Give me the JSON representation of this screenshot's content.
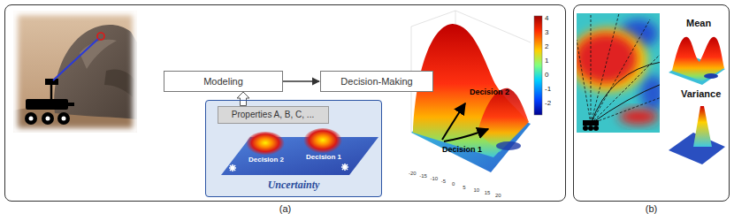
{
  "diagram": {
    "nodes": [
      {
        "text": [
          "(a)"
        ]
      },
      {
        "text": [
          "Modeling"
        ],
        "in": 0
      },
      {
        "text": [
          "Decision-Making"
        ],
        "in": 0
      },
      {
        "text": [
          "Uncertainty"
        ],
        "in": 0
      },
      {
        "text": [
          "Properties A, B, C, ..."
        ],
        "in": 3
      },
      {
        "text": [
          "(b)"
        ]
      }
    ],
    "edges": [
      {
        "from": 1,
        "to": 2,
        "arrow": "to"
      },
      {
        "from": 4,
        "to": 1,
        "arrow": "to"
      }
    ],
    "labels": [
      "Decision 2",
      "Decision 1",
      "Decision 2",
      "Decision 1",
      "4",
      "3",
      "2",
      "1",
      "0",
      "-1",
      "-2",
      "-20",
      "-15",
      "-10",
      "-5",
      "0",
      "5",
      "10",
      "15",
      "20",
      "Mean",
      "Variance"
    ]
  }
}
